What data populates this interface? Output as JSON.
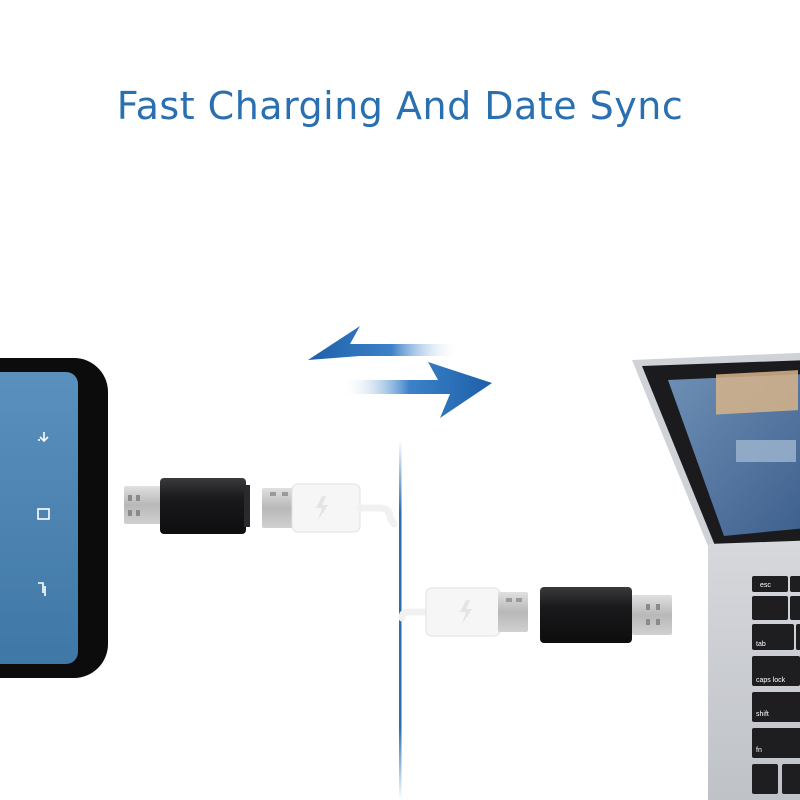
{
  "title": "Fast Charging And Date Sync",
  "colors": {
    "accent": "#2a6fb0",
    "phone_screen": "#4d86b3",
    "adapter": "#1c1c1e",
    "cable": "#f4f4f4"
  },
  "phone": {
    "nav_icons": [
      "back-icon",
      "home-icon",
      "recents-icon"
    ]
  },
  "laptop": {
    "keys": {
      "esc": "esc",
      "tab": "tab",
      "caps": "caps lock",
      "shift": "shift",
      "fn": "fn"
    }
  },
  "arrows": [
    "left-arrow-icon",
    "right-arrow-icon"
  ]
}
